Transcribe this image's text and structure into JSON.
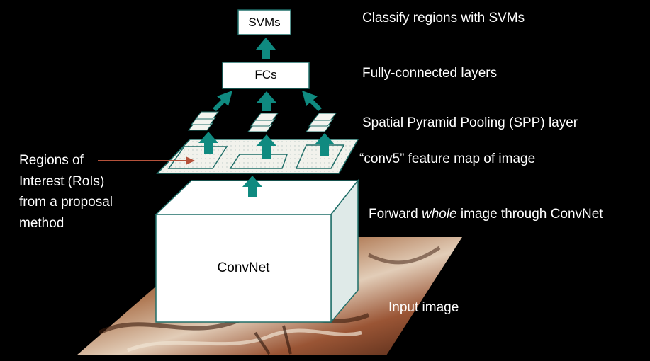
{
  "diagram": {
    "boxes": {
      "svms": "SVMs",
      "fcs": "FCs",
      "convnet": "ConvNet"
    },
    "labels": {
      "classify": "Classify regions with SVMs",
      "fully_connected": "Fully-connected layers",
      "spp": "Spatial Pyramid Pooling (SPP) layer",
      "conv5": "“conv5” feature map of image",
      "forward_pre": "Forward ",
      "forward_em": "whole",
      "forward_post": " image through ConvNet",
      "input_image": "Input image"
    },
    "rois_label": [
      "Regions of",
      "Interest (RoIs)",
      "from a proposal",
      "method"
    ],
    "colors": {
      "background": "#000000",
      "arrow": "#0f8a80",
      "box_border": "#1f6e68",
      "text": "#ffffff",
      "pointer": "#b5523b",
      "image_tones": [
        "#6b3a22",
        "#c08a62",
        "#e6d2bf",
        "#8a4a2a"
      ]
    }
  }
}
